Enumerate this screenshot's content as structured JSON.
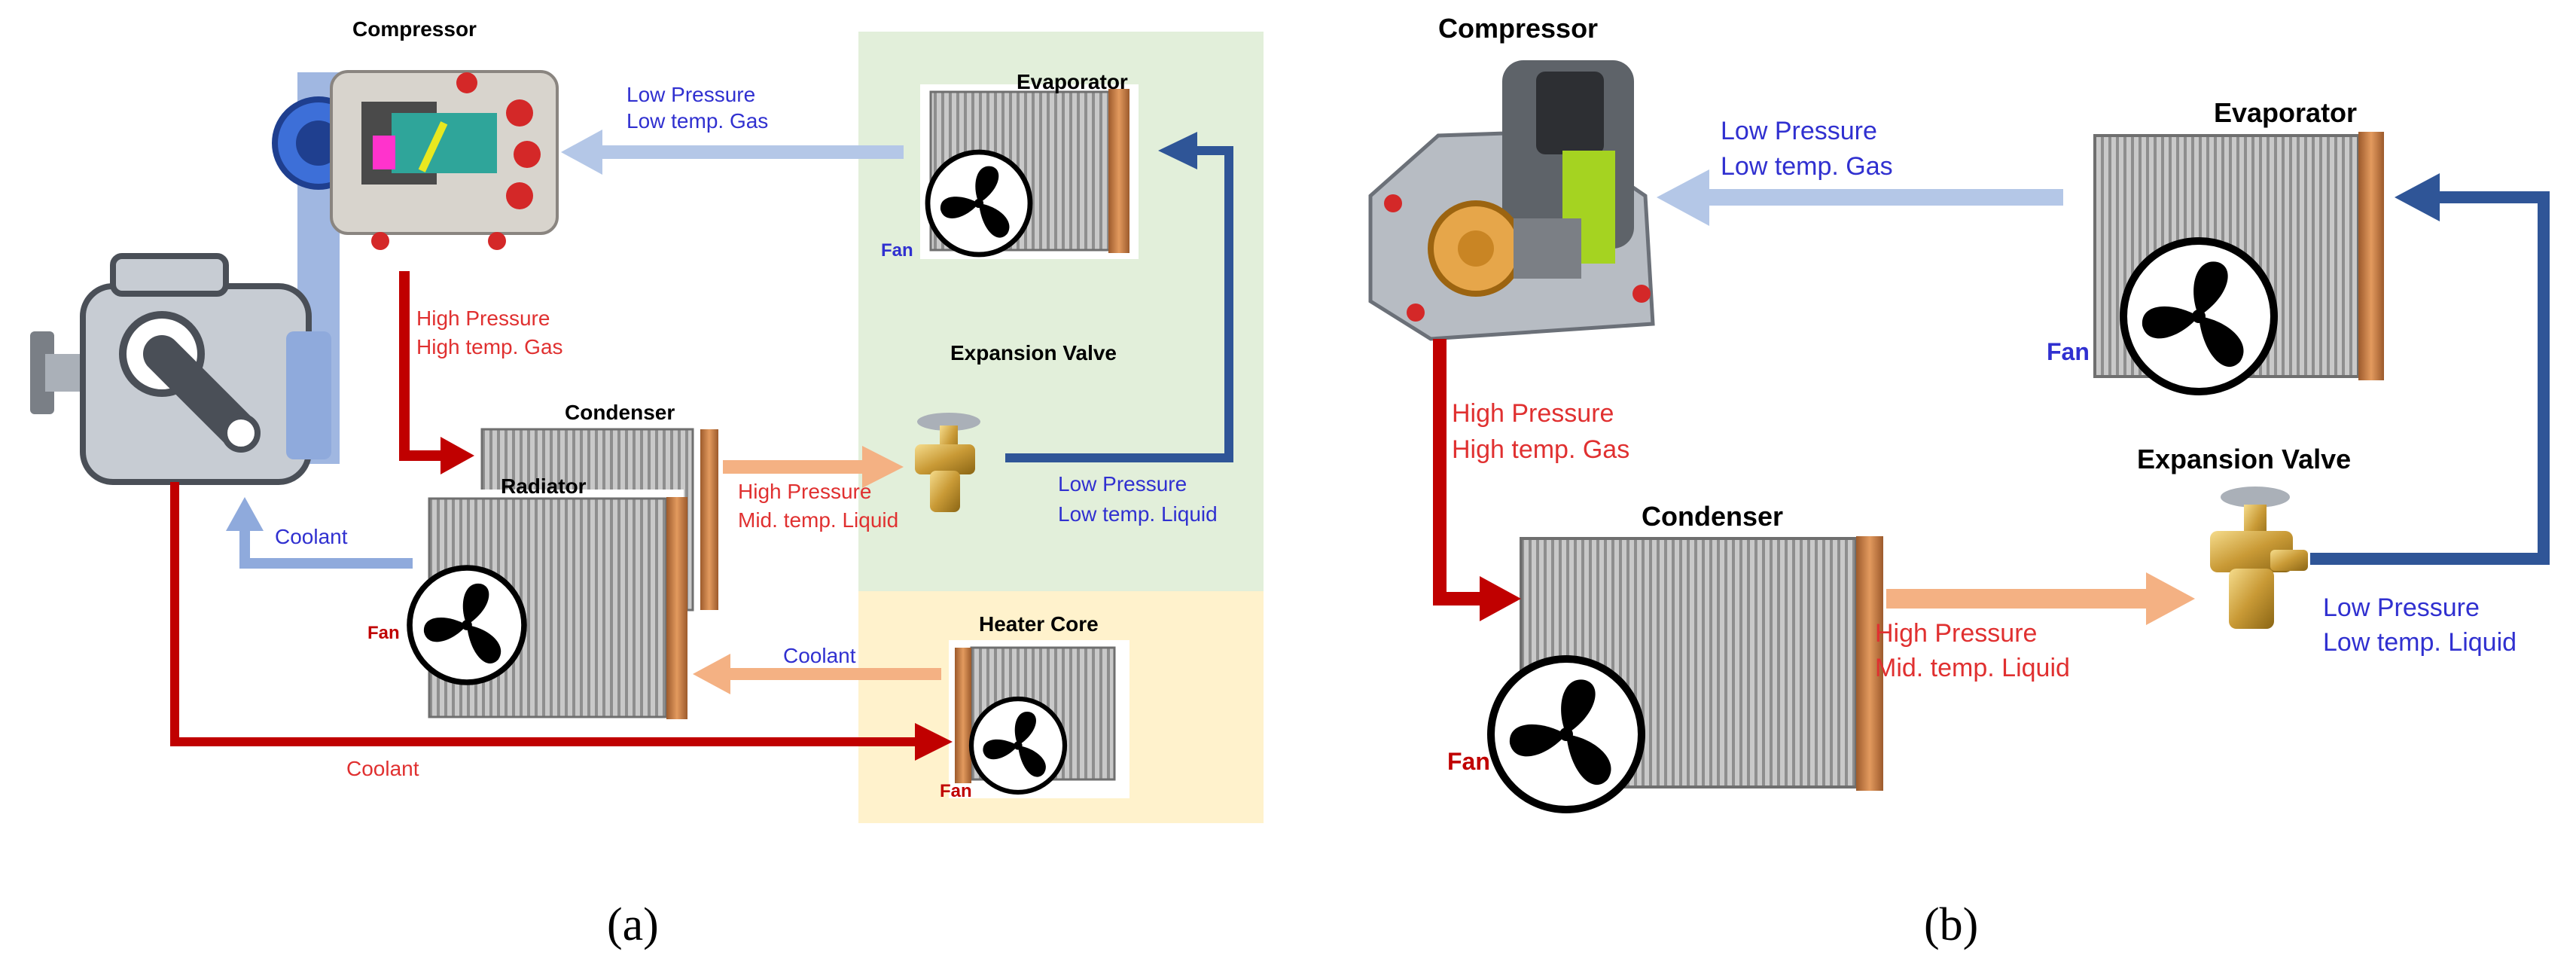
{
  "panel_a": {
    "compressor": "Compressor",
    "evaporator": "Evaporator",
    "expansion_valve": "Expansion Valve",
    "condenser": "Condenser",
    "radiator": "Radiator",
    "heater_core": "Heater Core",
    "fan_evaporator": "Fan",
    "fan_radiator": "Fan",
    "fan_heater": "Fan",
    "low_gas_1": "Low Pressure",
    "low_gas_2": "Low temp. Gas",
    "high_gas_1": "High Pressure",
    "high_gas_2": "High temp. Gas",
    "high_liq_1": "High Pressure",
    "high_liq_2": "Mid. temp. Liquid",
    "low_liq_1": "Low Pressure",
    "low_liq_2": "Low temp. Liquid",
    "coolant_radiator": "Coolant",
    "coolant_heater": "Coolant",
    "coolant_engine": "Coolant",
    "caption": "(a)"
  },
  "panel_b": {
    "compressor": "Compressor",
    "evaporator": "Evaporator",
    "expansion_valve": "Expansion Valve",
    "condenser": "Condenser",
    "fan_evaporator": "Fan",
    "fan_condenser": "Fan",
    "low_gas_1": "Low Pressure",
    "low_gas_2": "Low temp. Gas",
    "high_gas_1": "High Pressure",
    "high_gas_2": "High temp. Gas",
    "high_liq_1": "High Pressure",
    "high_liq_2": "Mid. temp. Liquid",
    "low_liq_1": "Low Pressure",
    "low_liq_2": "Low temp. Liquid",
    "caption": "(b)"
  },
  "colors": {
    "high_pressure": "#c00000",
    "mid_liquid": "#f4b183",
    "low_pressure_dark": "#2f5597",
    "low_gas_light": "#b4c7e7",
    "coolant_blue": "#8faadc",
    "evaporator_zone": "#e2efda",
    "heater_zone": "#fff2cc",
    "label_red": "#e03030",
    "label_blue": "#3030d0"
  }
}
